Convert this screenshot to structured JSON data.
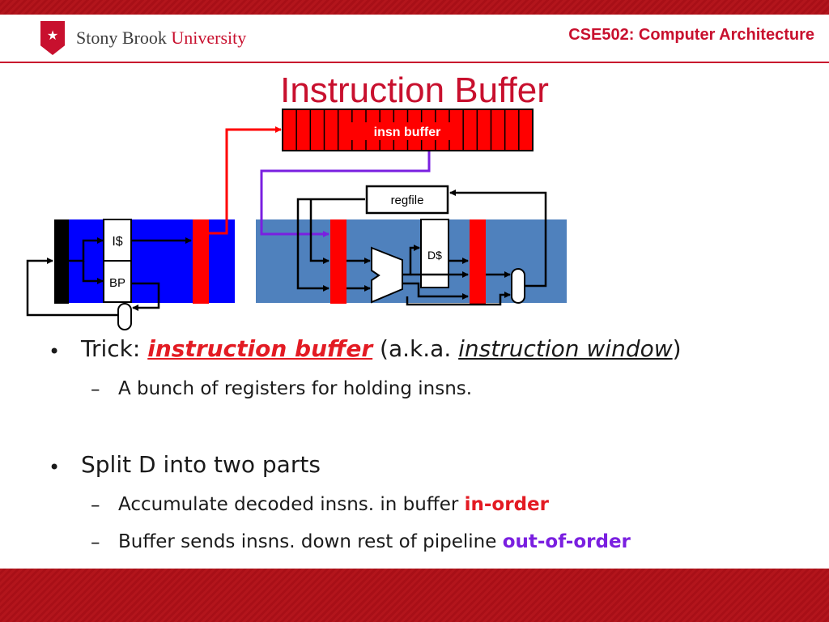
{
  "header": {
    "logo_name": "Stony Brook",
    "logo_university": "University",
    "course_title": "CSE502: Computer Architecture"
  },
  "slide_title": "Instruction Buffer",
  "diagram": {
    "insn_buffer_label": "insn buffer",
    "regfile_label": "regfile",
    "icache_label": "I$",
    "bp_label": "BP",
    "dcache_label": "D$"
  },
  "bullets": [
    {
      "prefix": "Trick: ",
      "em1": "instruction buffer",
      "mid": " (a.k.a. ",
      "em2": "instruction window",
      "suffix": ")",
      "sub": "A bunch of registers for holding insns."
    },
    {
      "text": "Split D into two parts",
      "sub1_text": "Accumulate decoded insns. in buffer ",
      "sub1_em": "in-order",
      "sub2_text": "Buffer sends insns. down rest of pipeline ",
      "sub2_em": "out-of-order"
    }
  ],
  "colors": {
    "brand_red": "#c8102e",
    "front_stage_blue": "#0000ff",
    "back_stage_blue": "#4f81bd",
    "latch_red": "#ff0000",
    "purple_path": "#7a1fe0"
  }
}
